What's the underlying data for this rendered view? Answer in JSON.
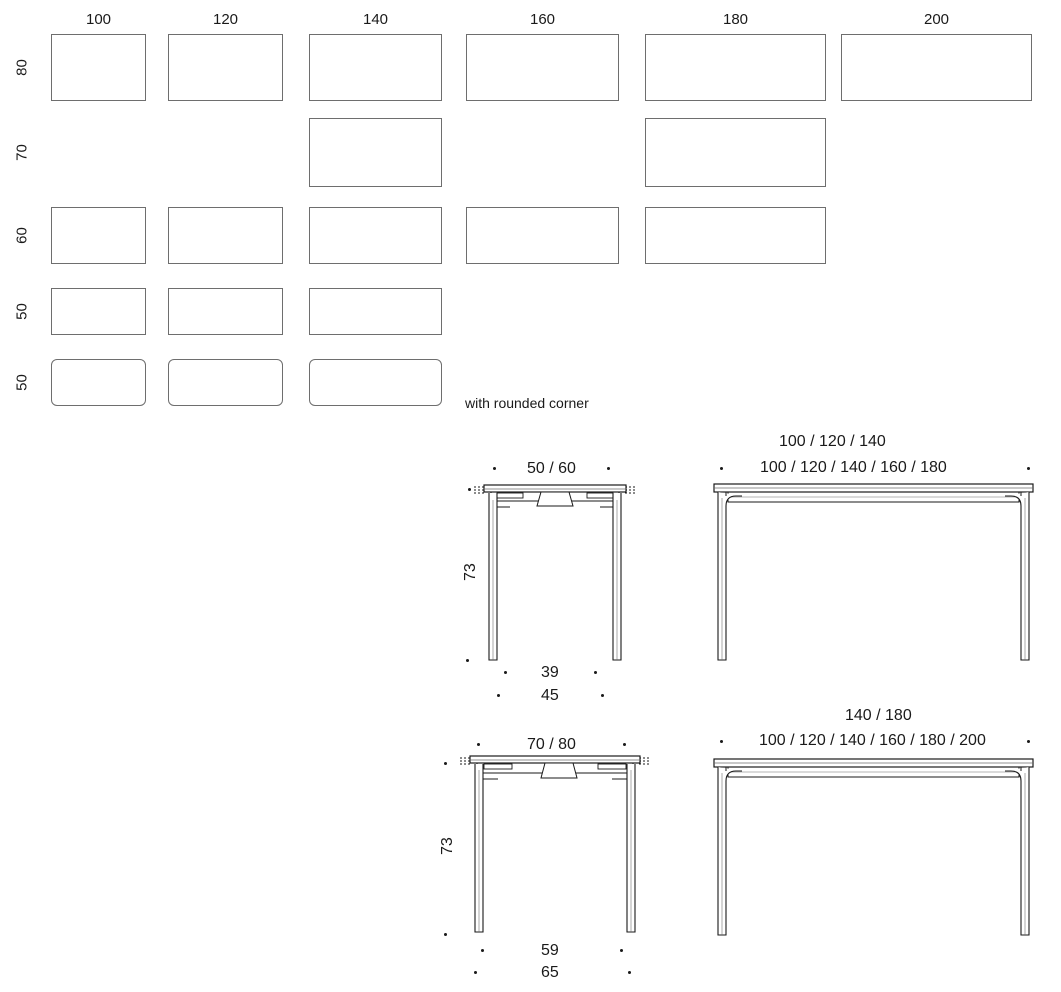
{
  "sheet": {
    "title": "table dimension sheet",
    "line_color": "#6e6e6e",
    "text_color": "#1a1a1a",
    "background": "#ffffff"
  },
  "plan_table": {
    "column_headers": [
      "100",
      "120",
      "140",
      "160",
      "180",
      "200"
    ],
    "row_headers": [
      "80",
      "70",
      "60",
      "50",
      "50"
    ],
    "note": "with rounded corner",
    "cells": [
      {
        "row": 0,
        "col": 0,
        "present": true,
        "rounded": false
      },
      {
        "row": 0,
        "col": 1,
        "present": true,
        "rounded": false
      },
      {
        "row": 0,
        "col": 2,
        "present": true,
        "rounded": false
      },
      {
        "row": 0,
        "col": 3,
        "present": true,
        "rounded": false
      },
      {
        "row": 0,
        "col": 4,
        "present": true,
        "rounded": false
      },
      {
        "row": 0,
        "col": 5,
        "present": true,
        "rounded": false
      },
      {
        "row": 1,
        "col": 0,
        "present": false,
        "rounded": false
      },
      {
        "row": 1,
        "col": 1,
        "present": false,
        "rounded": false
      },
      {
        "row": 1,
        "col": 2,
        "present": true,
        "rounded": false
      },
      {
        "row": 1,
        "col": 3,
        "present": false,
        "rounded": false
      },
      {
        "row": 1,
        "col": 4,
        "present": true,
        "rounded": false
      },
      {
        "row": 1,
        "col": 5,
        "present": false,
        "rounded": false
      },
      {
        "row": 2,
        "col": 0,
        "present": true,
        "rounded": false
      },
      {
        "row": 2,
        "col": 1,
        "present": true,
        "rounded": false
      },
      {
        "row": 2,
        "col": 2,
        "present": true,
        "rounded": false
      },
      {
        "row": 2,
        "col": 3,
        "present": true,
        "rounded": false
      },
      {
        "row": 2,
        "col": 4,
        "present": true,
        "rounded": false
      },
      {
        "row": 2,
        "col": 5,
        "present": false,
        "rounded": false
      },
      {
        "row": 3,
        "col": 0,
        "present": true,
        "rounded": false
      },
      {
        "row": 3,
        "col": 1,
        "present": true,
        "rounded": false
      },
      {
        "row": 3,
        "col": 2,
        "present": true,
        "rounded": false
      },
      {
        "row": 3,
        "col": 3,
        "present": false,
        "rounded": false
      },
      {
        "row": 3,
        "col": 4,
        "present": false,
        "rounded": false
      },
      {
        "row": 3,
        "col": 5,
        "present": false,
        "rounded": false
      },
      {
        "row": 4,
        "col": 0,
        "present": true,
        "rounded": true
      },
      {
        "row": 4,
        "col": 1,
        "present": true,
        "rounded": true
      },
      {
        "row": 4,
        "col": 2,
        "present": true,
        "rounded": true
      },
      {
        "row": 4,
        "col": 3,
        "present": false,
        "rounded": true
      },
      {
        "row": 4,
        "col": 4,
        "present": false,
        "rounded": true
      },
      {
        "row": 4,
        "col": 5,
        "present": false,
        "rounded": true
      }
    ]
  },
  "elevations": {
    "side_small": {
      "name": "side-elevation-small",
      "top_width_label": "50 / 60",
      "height_label": "73",
      "leg_span_label": "39",
      "base_span_label": "45"
    },
    "front_small": {
      "name": "front-elevation-small",
      "top_label_1": "100 / 120 / 140",
      "top_label_2": "100 / 120 / 140 / 160 / 180"
    },
    "side_large": {
      "name": "side-elevation-large",
      "top_width_label": "70 / 80",
      "height_label": "73",
      "leg_span_label": "59",
      "base_span_label": "65"
    },
    "front_large": {
      "name": "front-elevation-large",
      "top_label_1": "140 / 180",
      "top_label_2": "100 / 120 / 140 / 160 / 180 / 200"
    }
  }
}
